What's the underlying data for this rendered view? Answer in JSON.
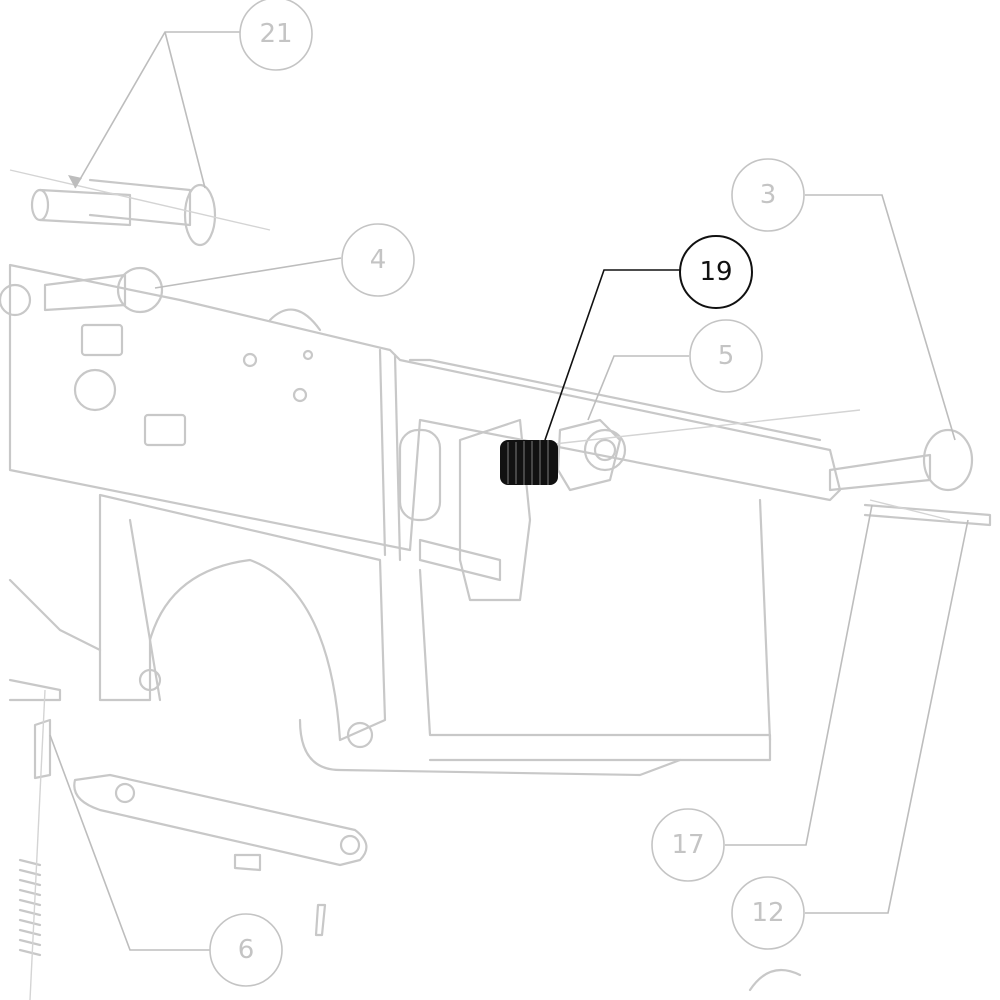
{
  "diagram": {
    "highlighted_part": "19",
    "colors": {
      "highlight": "#111111",
      "parts": "#c8c8c8"
    },
    "callouts": [
      {
        "id": "21",
        "label": "21"
      },
      {
        "id": "4",
        "label": "4"
      },
      {
        "id": "3",
        "label": "3"
      },
      {
        "id": "19",
        "label": "19"
      },
      {
        "id": "5",
        "label": "5"
      },
      {
        "id": "17",
        "label": "17"
      },
      {
        "id": "12",
        "label": "12"
      },
      {
        "id": "6",
        "label": "6"
      }
    ]
  }
}
